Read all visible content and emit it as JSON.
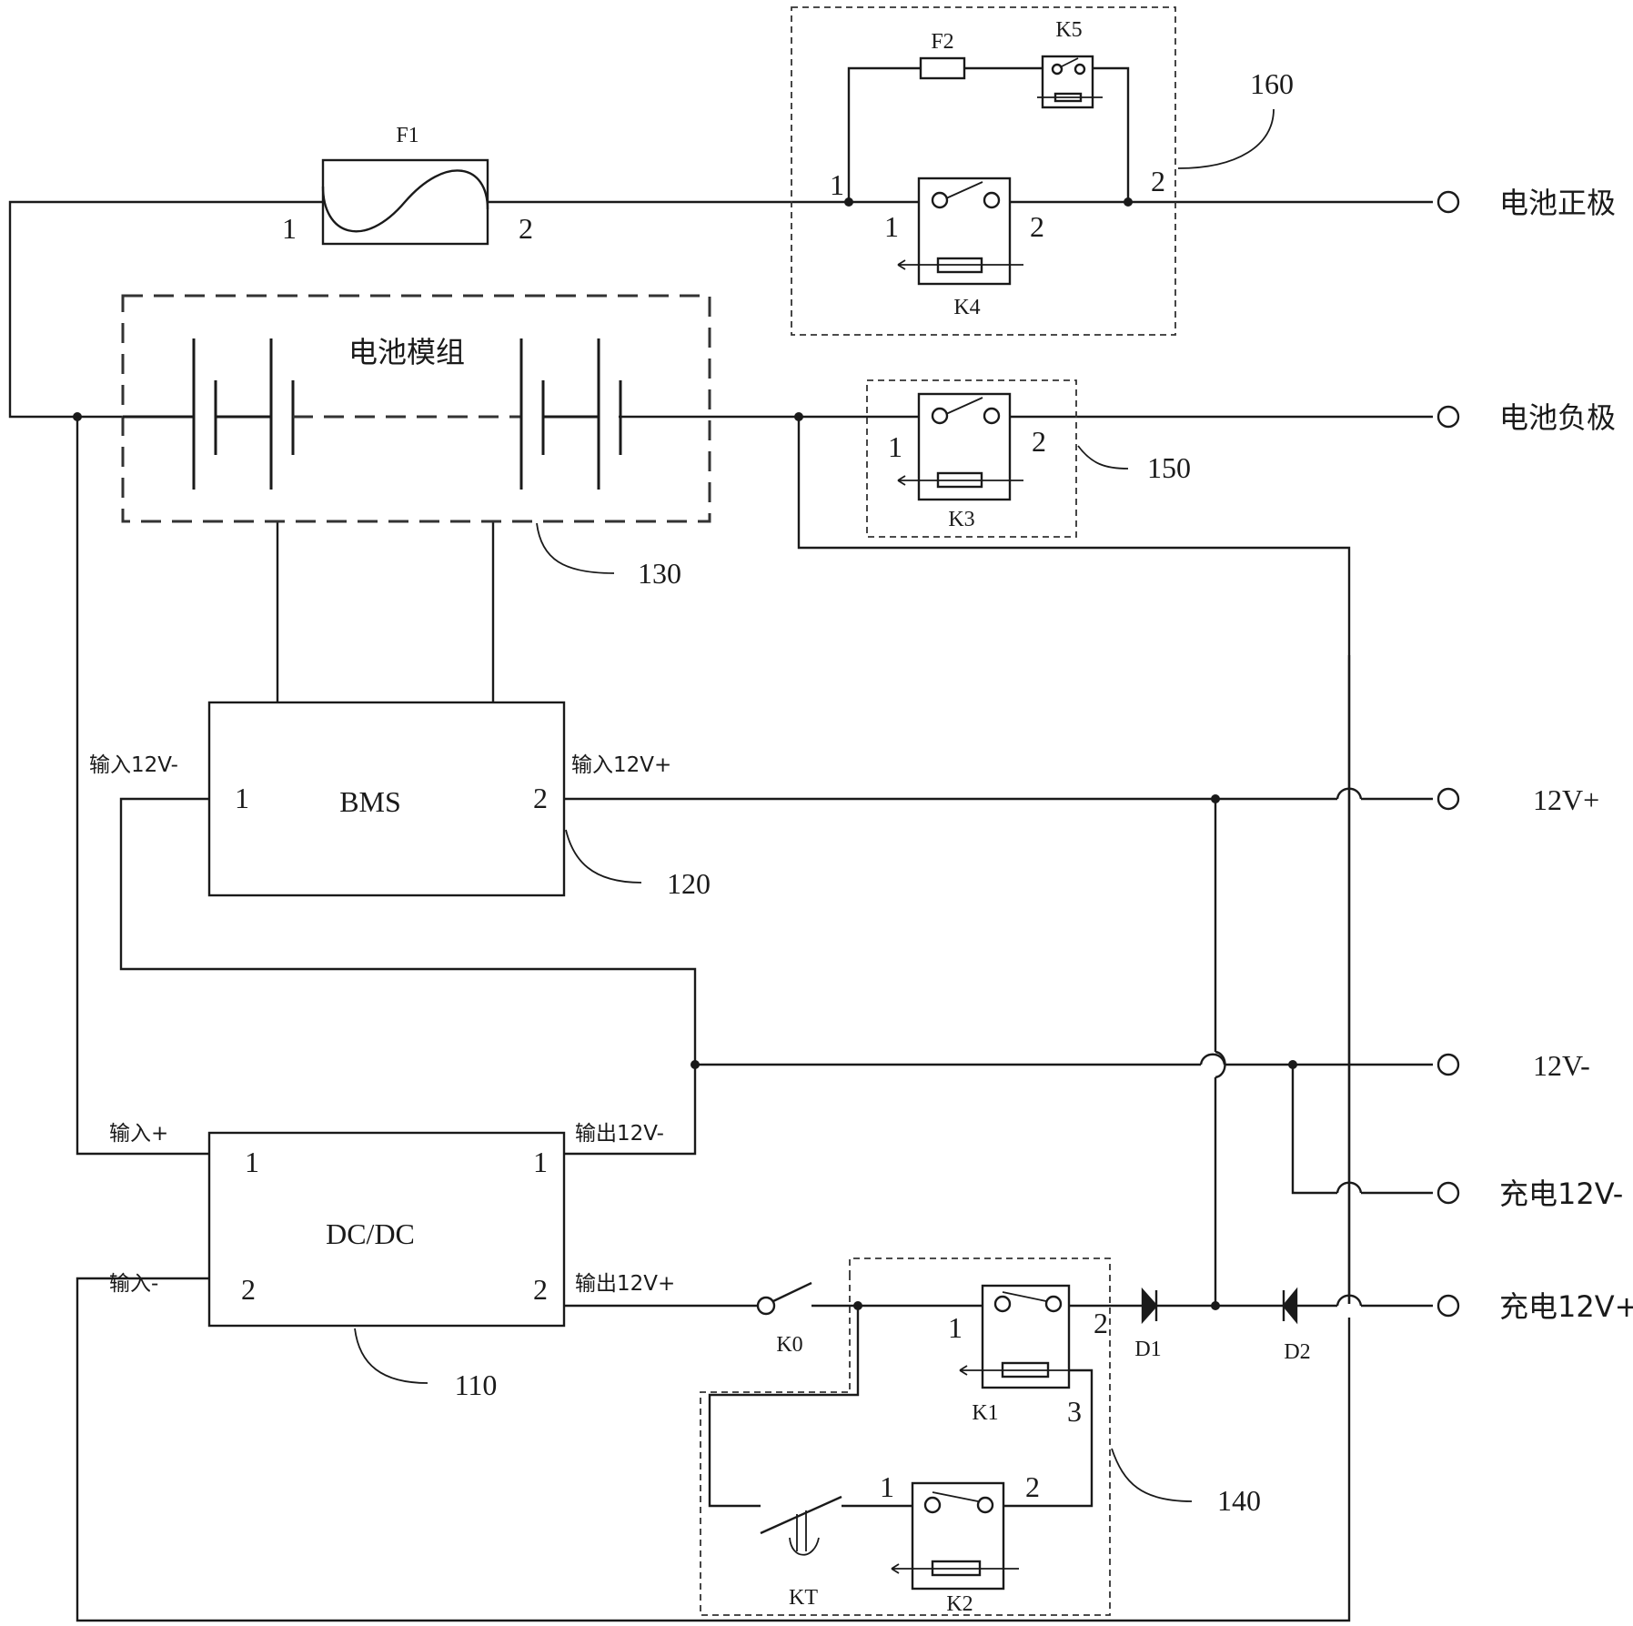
{
  "components": {
    "fuse_f1": "F1",
    "fuse_f2": "F2",
    "relay_k3": "K3",
    "relay_k4": "K4",
    "relay_k5": "K5",
    "relay_k1": "K1",
    "relay_k2": "K2",
    "switch_k0": "K0",
    "switch_kt": "KT",
    "diode_d1": "D1",
    "diode_d2": "D2",
    "battery_module": "电池模组",
    "bms": "BMS",
    "dcdc": "DC/DC"
  },
  "pins": {
    "one": "1",
    "two": "2",
    "three": "3"
  },
  "references": {
    "r110": "110",
    "r120": "120",
    "r130": "130",
    "r140": "140",
    "r150": "150",
    "r160": "160"
  },
  "bms_ports": {
    "in_minus": "输入12V-",
    "in_plus": "输入12V+"
  },
  "dcdc_ports": {
    "in_plus": "输入+",
    "in_minus": "输入-",
    "out_minus": "输出12V-",
    "out_plus": "输出12V+"
  },
  "terminals": {
    "battery_positive": "电池正极",
    "battery_negative": "电池负极",
    "v12_plus": "12V+",
    "v12_minus": "12V-",
    "charge_minus": "充电12V-",
    "charge_plus": "充电12V+"
  }
}
